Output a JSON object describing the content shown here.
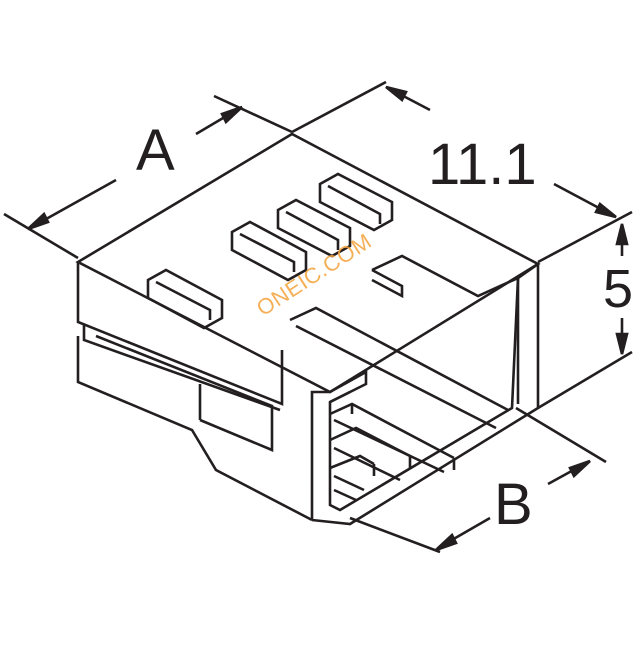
{
  "drawing": {
    "dimensions": {
      "a_label": "A",
      "length_label": "11.1",
      "height_label": "5",
      "b_label": "B"
    },
    "watermark": "ONEIC.COM",
    "line_color": "#231f20",
    "watermark_color": "#f4a23a"
  }
}
